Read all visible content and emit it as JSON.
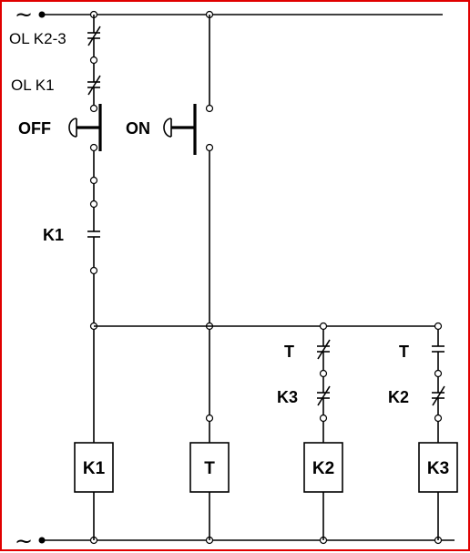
{
  "supply": {
    "top_symbol": "~",
    "bottom_symbol": "~"
  },
  "contacts": {
    "ol_k23": "OL K2-3",
    "ol_k1": "OL K1",
    "off_button": "OFF",
    "on_button": "ON",
    "k1_holding": "K1",
    "t_nc": "T",
    "k3_nc": "K3",
    "t_no": "T",
    "k2_nc": "K2"
  },
  "coils": [
    "K1",
    "T",
    "K2",
    "K3"
  ],
  "colors": {
    "frame": "#e00000",
    "wire": "#000000"
  }
}
